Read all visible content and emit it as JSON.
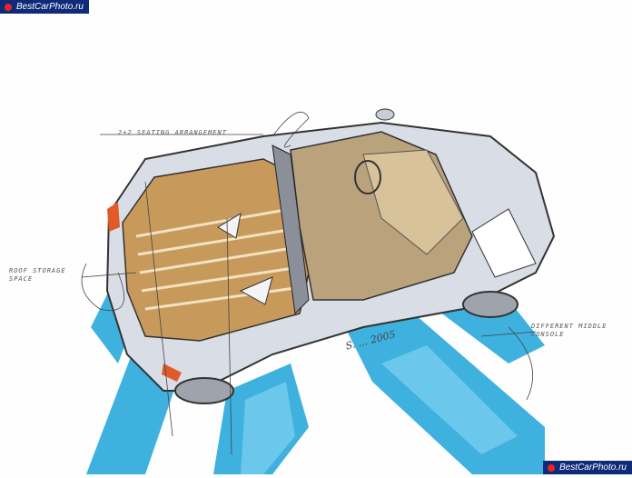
{
  "watermark": {
    "top_text": "BestCarPhoto.ru",
    "bottom_text": "BestCarPhoto.ru"
  },
  "annotations": {
    "seating": "2+2 seating arrangement",
    "roof": "roof storage space",
    "middle": "different middle console"
  },
  "signature": "S. ... 2005",
  "colors": {
    "floor_blue": "#2aa9dc",
    "interior_tan": "#c79a5b",
    "body_grey": "#d9dde6"
  }
}
